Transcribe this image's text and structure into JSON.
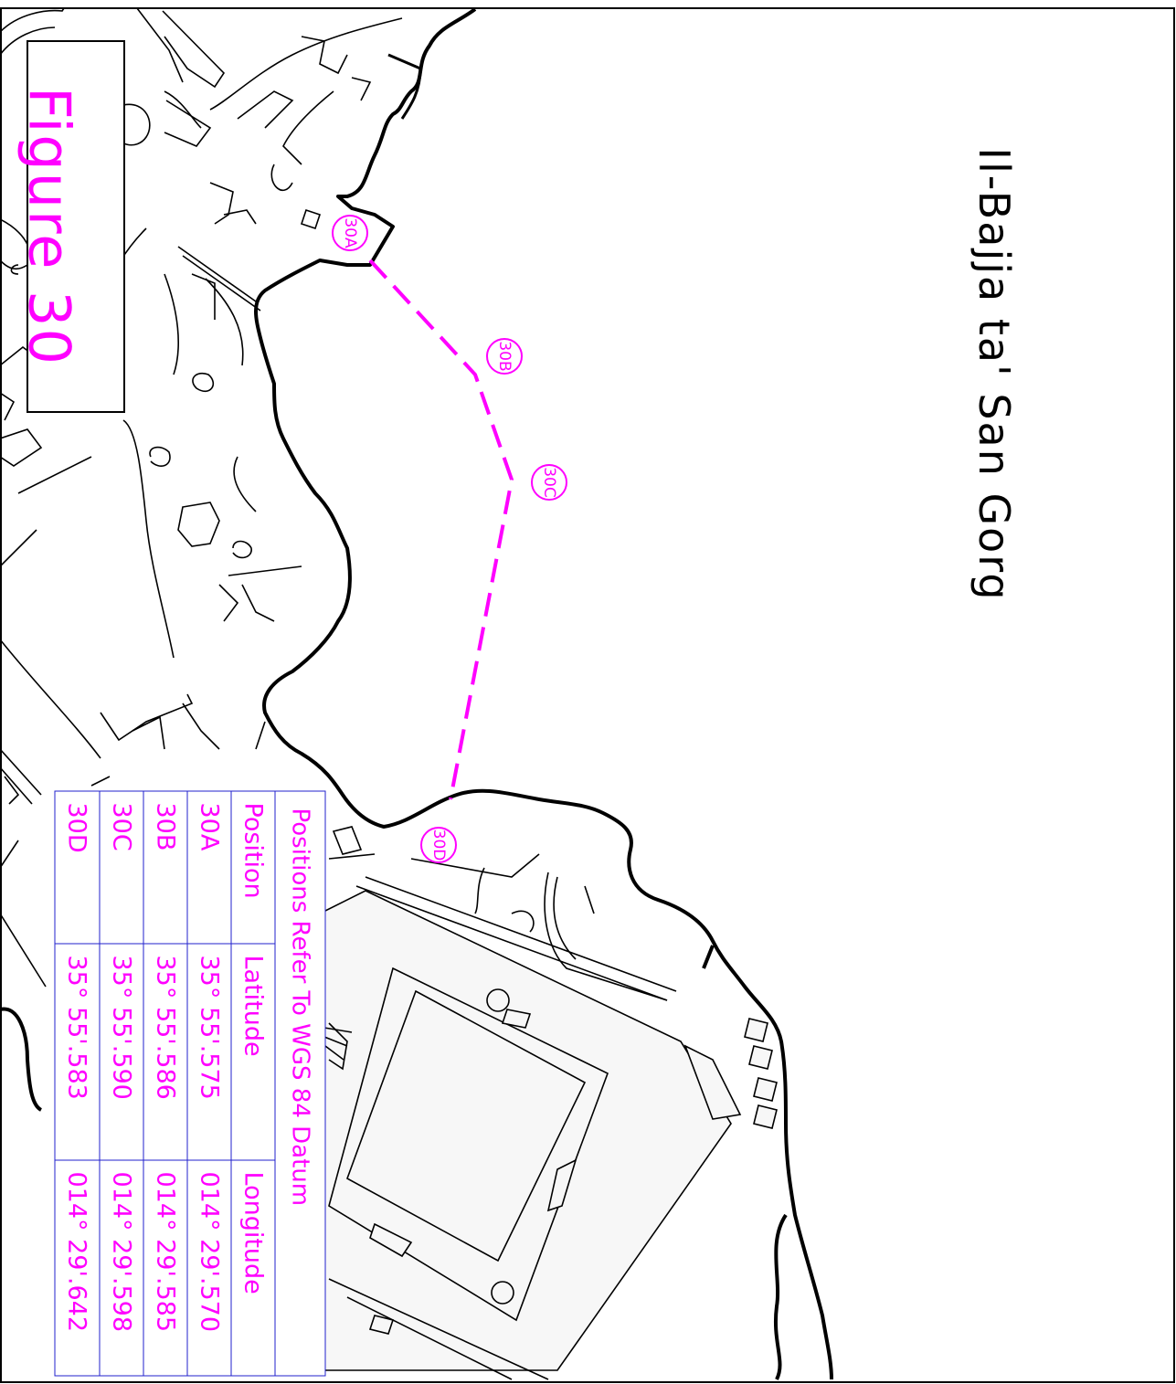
{
  "figure_label": "Figure 30",
  "location_name": "Il-Bajja ta' San Gorg",
  "colors": {
    "boundary_line": "#ff00ff",
    "label_text": "#ff00ff",
    "table_border": "#2222cc",
    "coastline": "#000000"
  },
  "markers": [
    {
      "id": "30A",
      "label": "30A"
    },
    {
      "id": "30B",
      "label": "30B"
    },
    {
      "id": "30C",
      "label": "30C"
    },
    {
      "id": "30D",
      "label": "30D"
    }
  ],
  "table": {
    "caption": "Positions Refer To WGS 84 Datum",
    "headers": [
      "Position",
      "Latitude",
      "Longitude"
    ],
    "rows": [
      [
        "30A",
        "35° 55'.575",
        "014° 29'.570"
      ],
      [
        "30B",
        "35° 55'.586",
        "014° 29'.585"
      ],
      [
        "30C",
        "35° 55'.590",
        "014° 29'.598"
      ],
      [
        "30D",
        "35° 55'.583",
        "014° 29'.642"
      ]
    ]
  }
}
